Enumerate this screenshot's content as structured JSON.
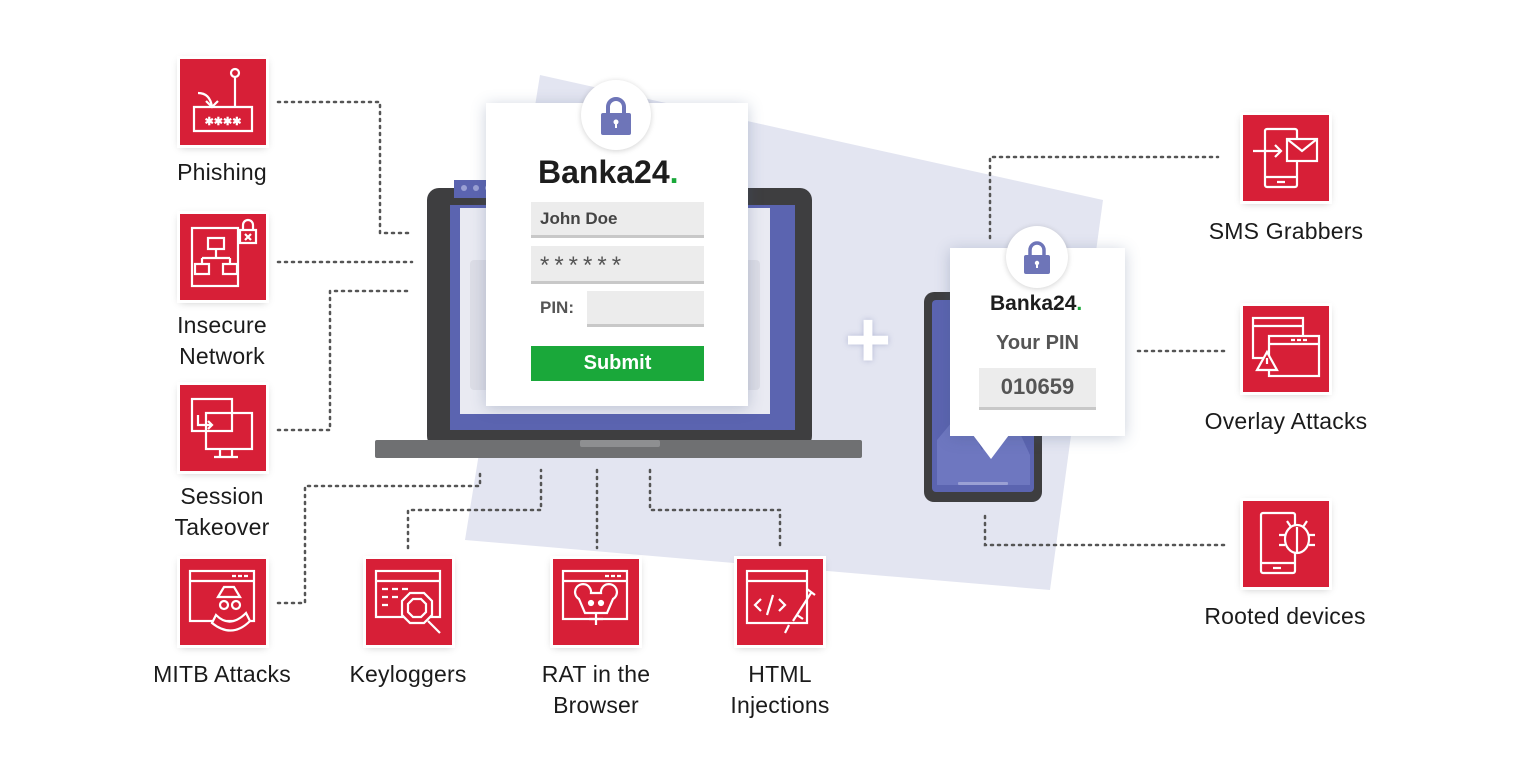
{
  "login_form": {
    "brand": "Banka24",
    "brand_dot": ".",
    "username_value": "John Doe",
    "password_value": "******",
    "pin_label": "PIN:",
    "submit_label": "Submit"
  },
  "sms_card": {
    "brand": "Banka24",
    "brand_dot": ".",
    "heading": "Your PIN",
    "pin_value": "010659"
  },
  "plus_sign": "+",
  "threats": {
    "phishing": "Phishing",
    "insecure_network_1": "Insecure",
    "insecure_network_2": "Network",
    "session_takeover_1": "Session",
    "session_takeover_2": "Takeover",
    "mitb": "MITB Attacks",
    "keyloggers": "Keyloggers",
    "rat_1": "RAT in the",
    "rat_2": "Browser",
    "html_1": "HTML",
    "html_2": "Injections",
    "sms_grabbers": "SMS Grabbers",
    "overlay": "Overlay Attacks",
    "rooted": "Rooted devices"
  },
  "colors": {
    "threat_red": "#d71f37",
    "accent_green": "#1aa83a",
    "laptop_dark": "#3e3e40",
    "screen_blue": "#5b64b0",
    "backdrop": "#e3e5f1",
    "lock_purple": "#6e75b8"
  }
}
